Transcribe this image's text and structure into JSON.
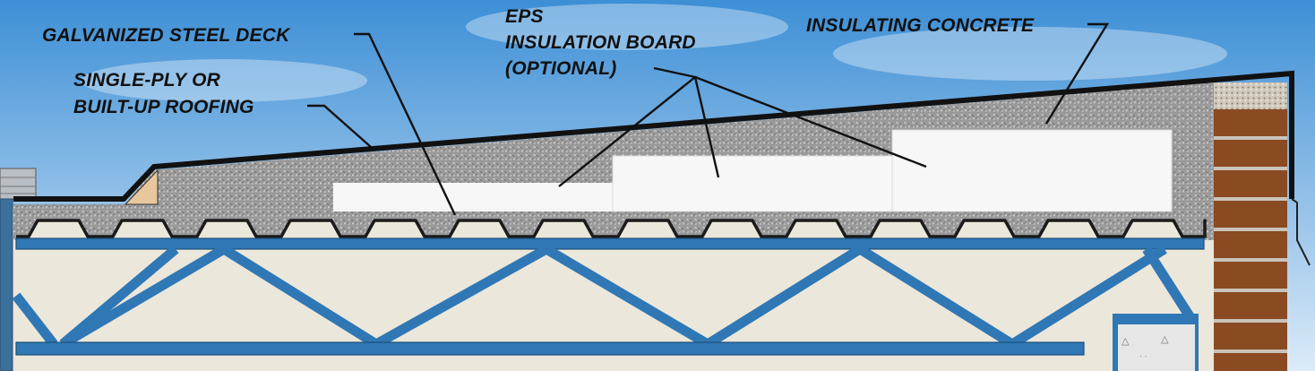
{
  "labels": {
    "steel_deck": "GALVANIZED STEEL DECK",
    "roofing_line1": "SINGLE-PLY OR",
    "roofing_line2": "BUILT-UP ROOFING",
    "eps_line1": "EPS",
    "eps_line2": "INSULATION BOARD",
    "eps_line3": "(OPTIONAL)",
    "concrete": "INSULATING CONCRETE"
  },
  "colors": {
    "sky_top": "#3d8fd6",
    "sky_bottom": "#dcebf8",
    "concrete": "#9a9a9a",
    "eps_board": "#f7f7f7",
    "steel_blue": "#2f78b5",
    "wall_fill": "#ece7db",
    "brick": "#8a4a22",
    "mortar": "#c9c3bc",
    "roof_membrane": "#111111",
    "cant_strip": "#e9c79d"
  }
}
